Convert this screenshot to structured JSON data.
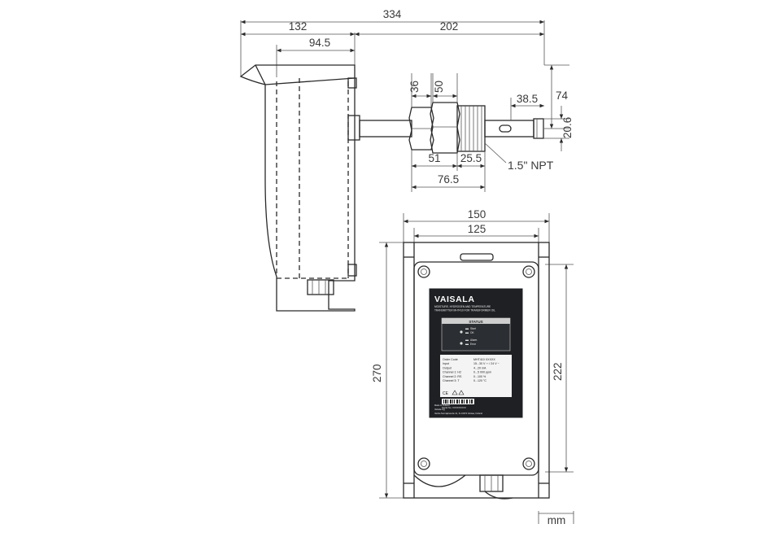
{
  "dimensions": {
    "overall_width": "334",
    "enclosure_depth": "132",
    "probe_length": "202",
    "inner_depth": "94.5",
    "nut1_width": "36",
    "nut2_width": "50",
    "probe_tip": "38.5",
    "probe_height": "74",
    "probe_diameter": "20.6",
    "fitting_length": "51",
    "thread_length": "25.5",
    "fitting_total": "76.5",
    "thread_spec": "1.5\" NPT",
    "front_width": "150",
    "front_inner_width": "125",
    "front_height": "270",
    "front_inner_height": "222",
    "unit": "mm"
  },
  "nameplate": {
    "brand": "VAISALA",
    "product_line1": "MOISTURE, HYDROGEN AND TEMPERATURE",
    "product_line2": "TRANSMITTER MHT410 FOR TRANSFORMER OIL",
    "status_title": "STATUS",
    "led_labels": [
      "Start",
      "OK",
      "Alarm",
      "Error"
    ],
    "spec_rows": [
      [
        "Order Code",
        "MHT410 XXXXX"
      ],
      [
        "Input",
        "15...30 V ⎓ / 24 V ~"
      ],
      [
        "Output",
        "4...20 mA"
      ],
      [
        "Channel 1: H2",
        "0...5 000 ppm"
      ],
      [
        "Channel 2: RS",
        "0...100 %"
      ],
      [
        "Channel 3: T",
        "0...120 °C"
      ]
    ],
    "serial": "Serial No. XXXXXXXXX",
    "made_in": "Made in Finland",
    "company": "Vaisala Oyj",
    "address": "Vanha Nurmijärventie 21, FI-01670 Vantaa, Finland"
  }
}
